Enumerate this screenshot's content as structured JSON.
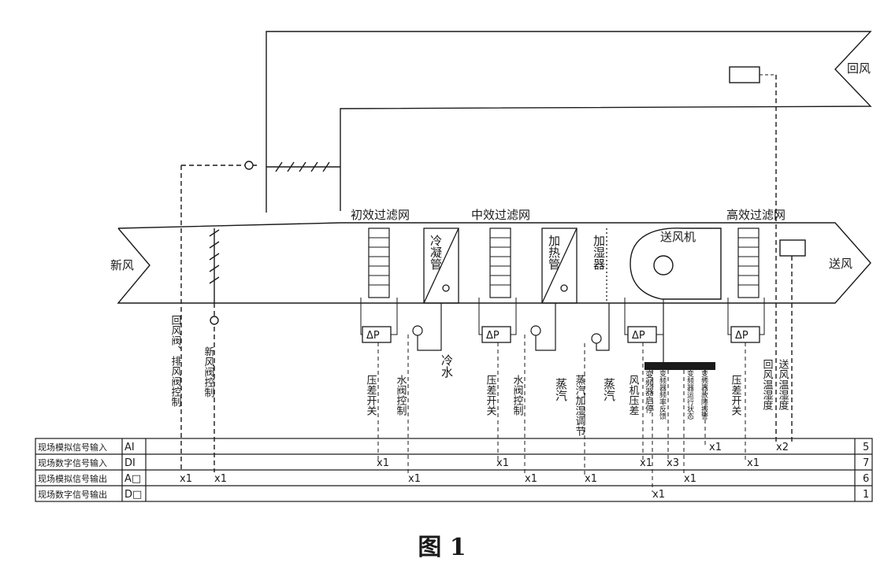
{
  "labels": {
    "fresh_air": "新风",
    "return_air": "回风",
    "supply_air": "送风",
    "primary_filter": "初效过滤网",
    "medium_filter": "中效过滤网",
    "hepa_filter": "高效过滤网",
    "cooling_coil": "冷凝管",
    "heating_coil": "加热管",
    "humidifier": "加湿器",
    "fan": "送风机",
    "dp": "ΔP",
    "cold_water": "冷水",
    "steam1": "蒸汽",
    "steam2": "蒸汽"
  },
  "signals": [
    "回风阀、排风阀控制",
    "新风阀控制",
    "压差开关",
    "水阀控制",
    "压差开关",
    "水阀控制",
    "蒸汽加湿调节",
    "风机压差",
    "变频器启停",
    "变频器频率反馈",
    "变频器运行状态",
    "变频器故障报警",
    "压差开关",
    "回风温湿度",
    "送风温湿度"
  ],
  "table": {
    "rows": [
      {
        "name": "现场模拟信号输入",
        "code": "AI",
        "count": "5"
      },
      {
        "name": "现场数字信号输入",
        "code": "DI",
        "count": "7"
      },
      {
        "name": "现场模拟信号输出",
        "code": "A□",
        "count": "6"
      },
      {
        "name": "现场数字信号输出",
        "code": "D□",
        "count": "1"
      }
    ]
  },
  "counts": {
    "ai_a": "x1",
    "ai_b": "x2",
    "di_1": "x1",
    "di_2": "x1",
    "di_3": "x1",
    "di_4": "x3",
    "di_5": "x1",
    "ao_1": "x1",
    "ao_2": "x1",
    "ao_3": "x1",
    "ao_4": "x1",
    "ao_5": "x1",
    "ao_6": "x1",
    "do_1": "x1"
  },
  "caption": "图 1"
}
